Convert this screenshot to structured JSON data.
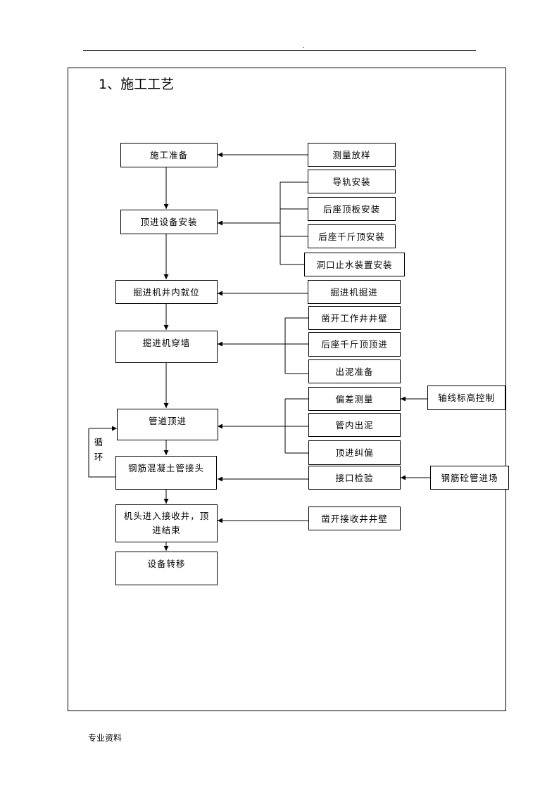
{
  "header": {
    "dot": "."
  },
  "title": "1、施工工艺",
  "footer": "专业资料",
  "steps": [
    "施工准备",
    "顶进设备安装",
    "掘进机井内就位",
    "掘进机穿墙",
    "管道顶进",
    "钢筋混凝土管接头",
    "机头进入接收井，顶进结束",
    "设备转移"
  ],
  "inputs": [
    "测量放样",
    "导轨安装",
    "后座顶板安装",
    "后座千斤顶安装",
    "洞口止水装置安装",
    "掘进机掘进",
    "凿开工作井井壁",
    "后座千斤顶顶进",
    "出泥准备",
    "偏差测量",
    "管内出泥",
    "顶进纠偏",
    "接口检验",
    "凿开接收井井壁"
  ],
  "extras": [
    "轴线标高控制",
    "钢筋砼管进场"
  ],
  "loop_label": [
    "循",
    "环"
  ]
}
